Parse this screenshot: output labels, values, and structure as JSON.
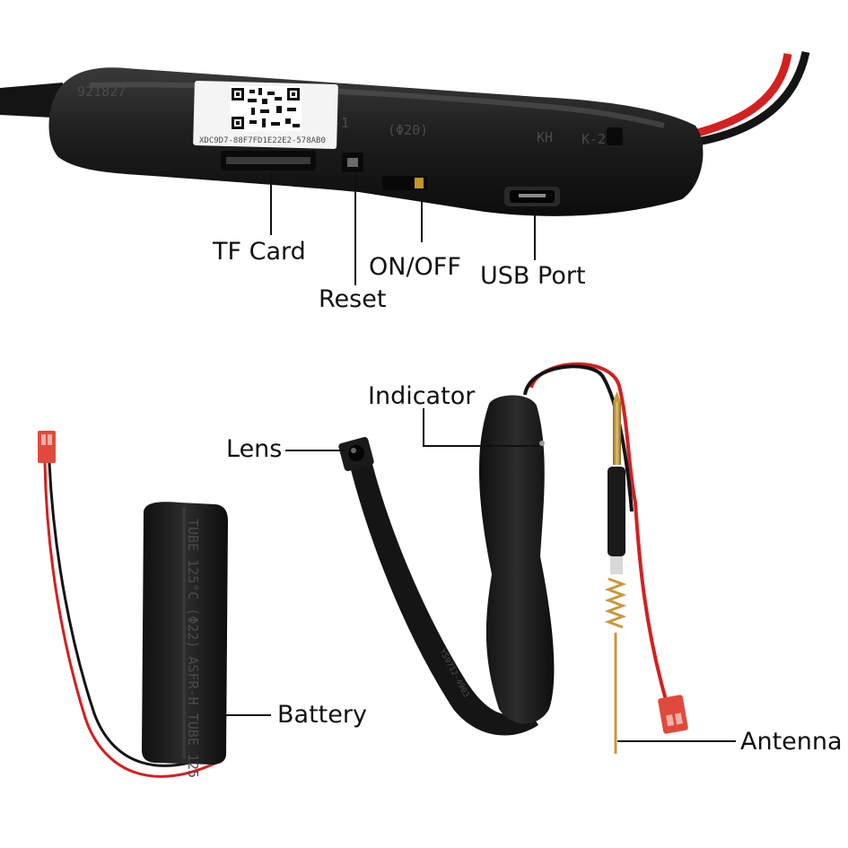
{
  "labels": {
    "tf_card": "TF Card",
    "reset": "Reset",
    "on_off": "ON/OFF",
    "usb_port": "USB Port",
    "indicator": "Indicator",
    "lens": "Lens",
    "battery": "Battery",
    "antenna": "Antenna"
  },
  "board_print": {
    "serial": "921827",
    "model_code": "W-1",
    "diameter": "(Φ20)",
    "kh": "KH",
    "k_code": "K-202",
    "qr_caption": "XDC9D7-88F7FD1E22E2-578AB0"
  },
  "battery_print": {
    "line1": "TUBE 125°C (Φ22) ASFR-H TUBE 125"
  },
  "ribbon_print": {
    "code": "YS9712-4903"
  },
  "colors": {
    "label_text": "#111111",
    "heat_shrink": "#1c1c1c",
    "wire_red": "#d42020",
    "wire_black": "#141414",
    "connector_red": "#e04a3c",
    "antenna_brass": "#c79a3c"
  }
}
